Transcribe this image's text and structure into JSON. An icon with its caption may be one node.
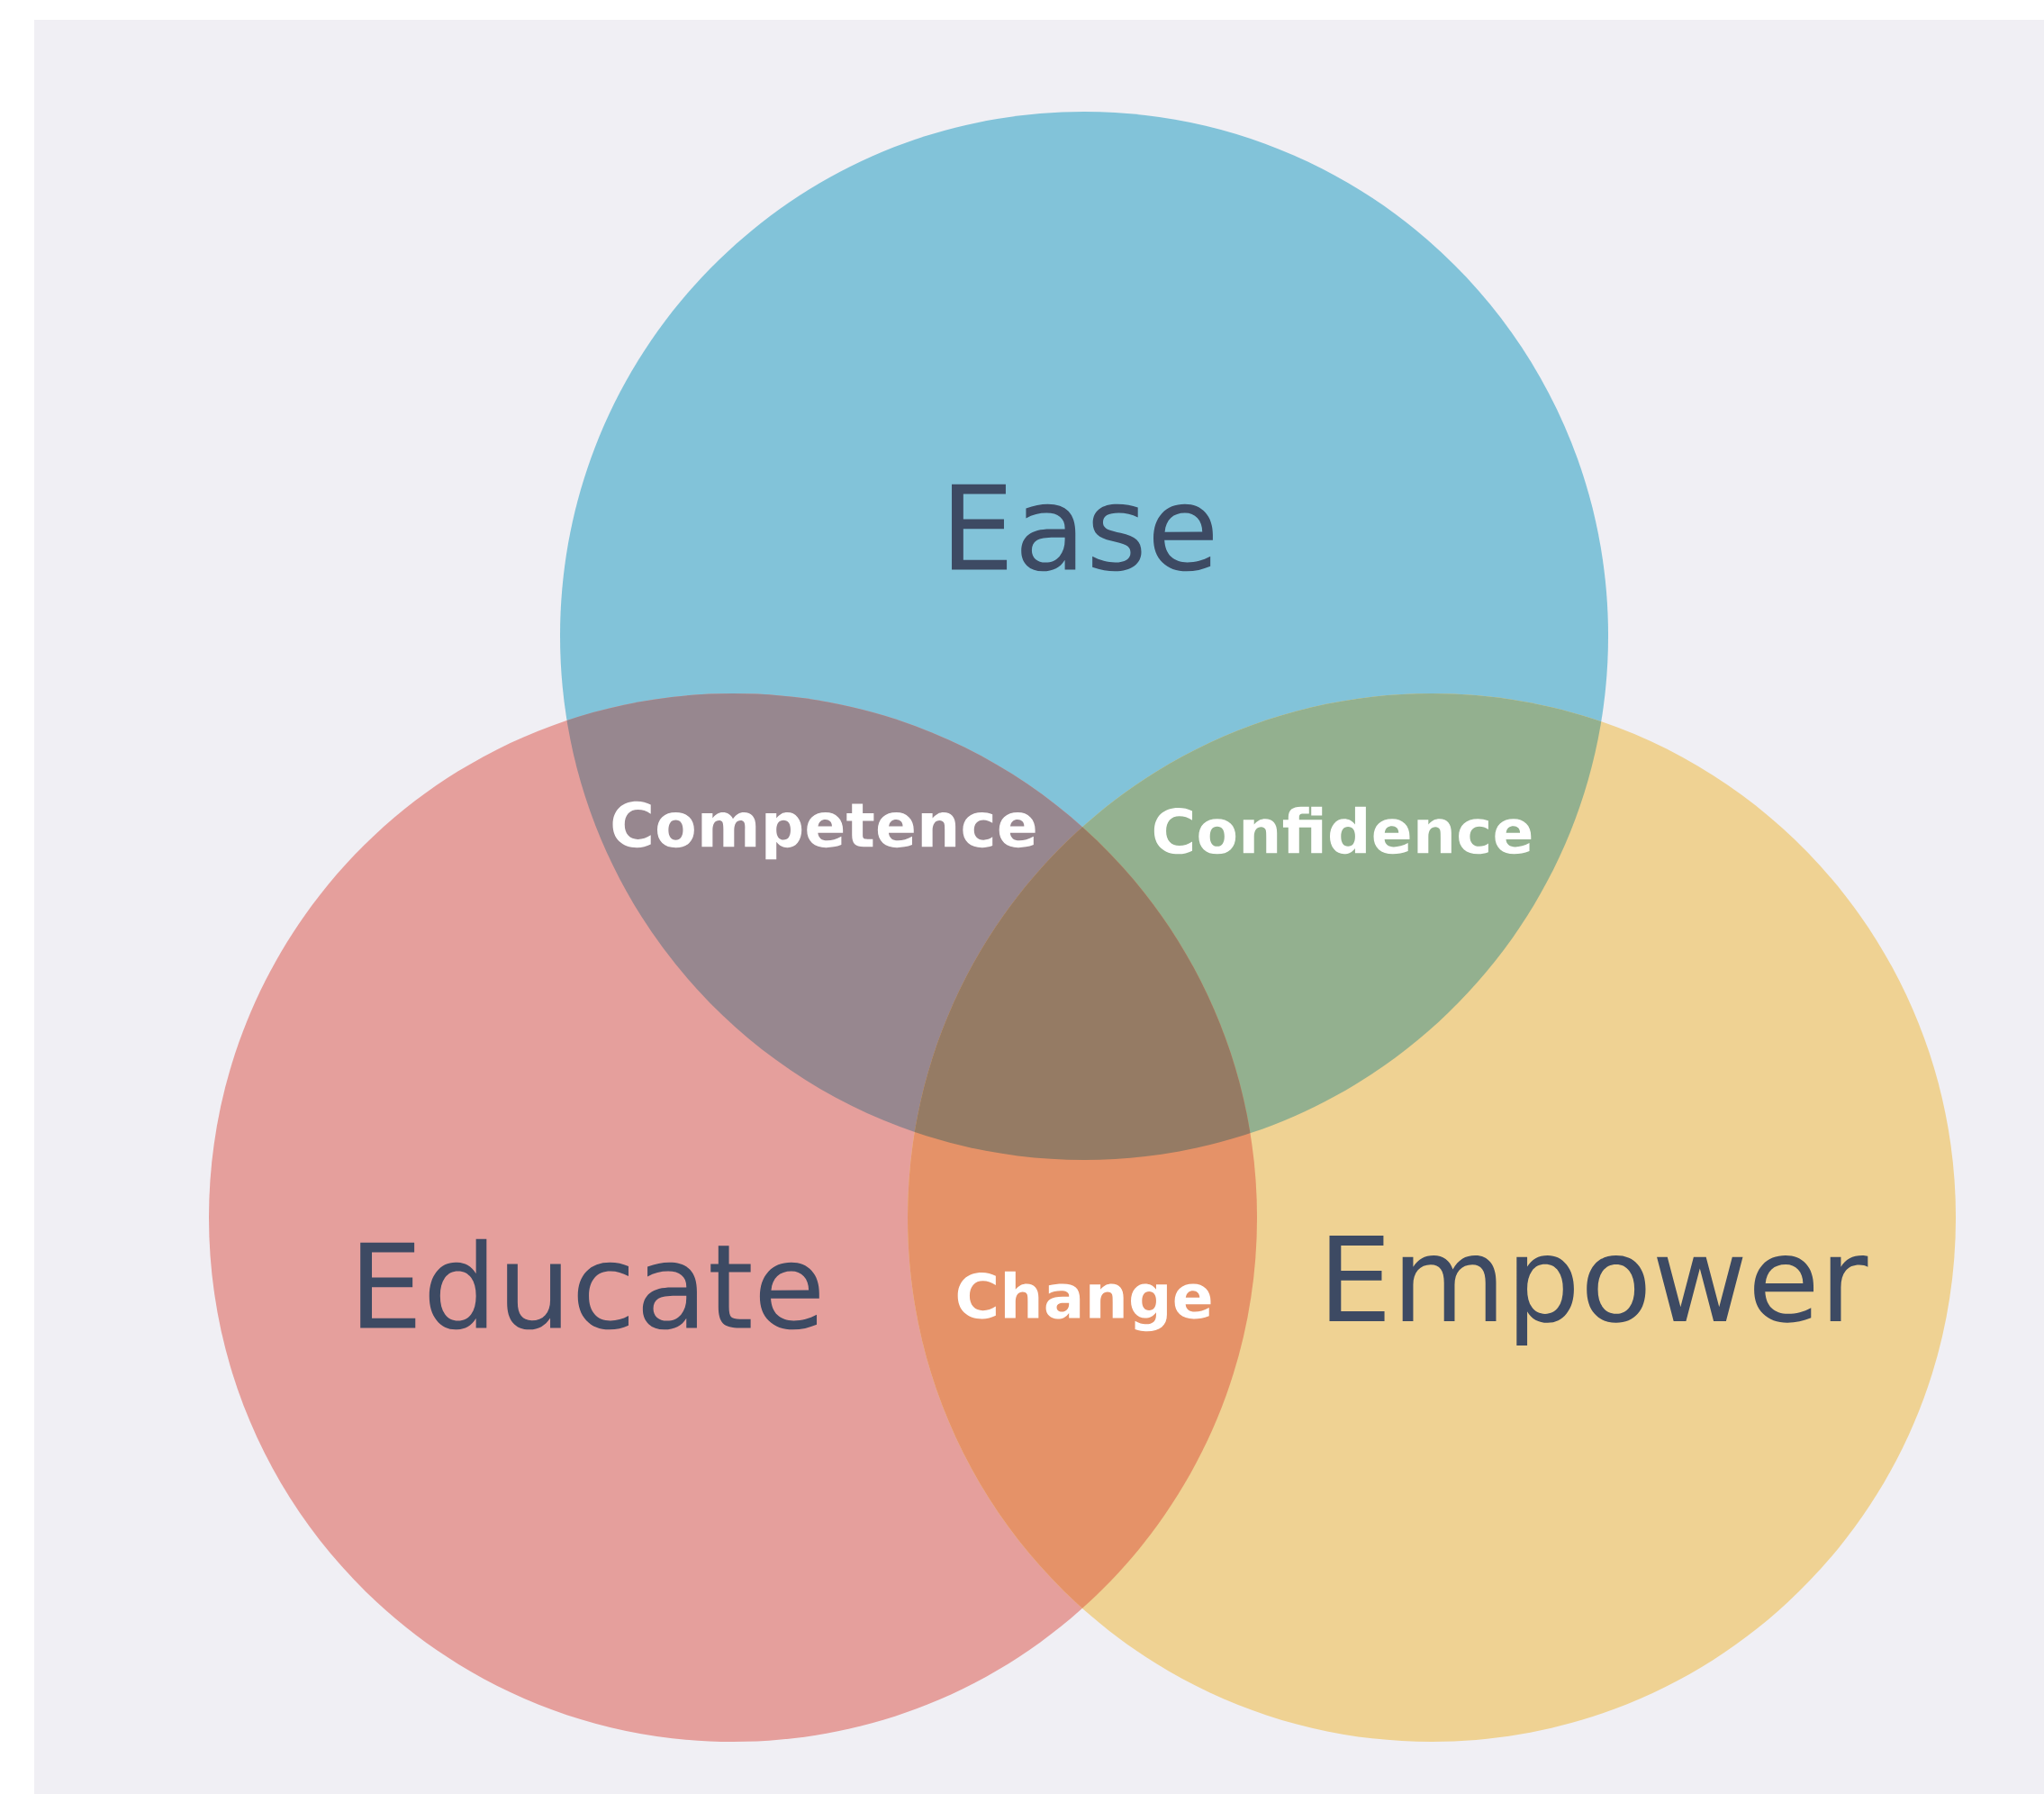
{
  "diagram": {
    "nodes": [
      {
        "text": [
          "Ease"
        ]
      },
      {
        "text": [
          "Educate"
        ]
      },
      {
        "text": [
          "Empower"
        ]
      }
    ],
    "labels": [
      "Competence",
      "Confidence",
      "Change"
    ]
  }
}
